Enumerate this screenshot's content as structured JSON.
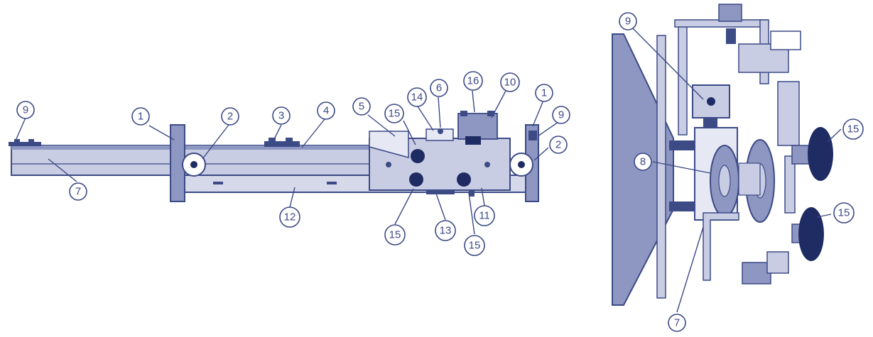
{
  "diagram": {
    "colors": {
      "frame": "#3c4a86",
      "light_fill": "#c9cde3",
      "mid_fill": "#8e97c2",
      "dark_fill": "#1f2c63",
      "background": "#ffffff"
    },
    "callouts": {
      "c1": "9",
      "c2": "1",
      "c3": "2",
      "c4": "3",
      "c5": "4",
      "c6": "5",
      "c7": "15",
      "c8": "14",
      "c9": "6",
      "c10": "16",
      "c11": "10",
      "c12": "1",
      "c13": "9",
      "c14": "2",
      "c15": "7",
      "c16": "12",
      "c17": "15",
      "c18": "13",
      "c19": "15",
      "c20": "11",
      "c21": "9",
      "c22": "15",
      "c23": "8",
      "c24": "15",
      "c25": "7"
    }
  }
}
